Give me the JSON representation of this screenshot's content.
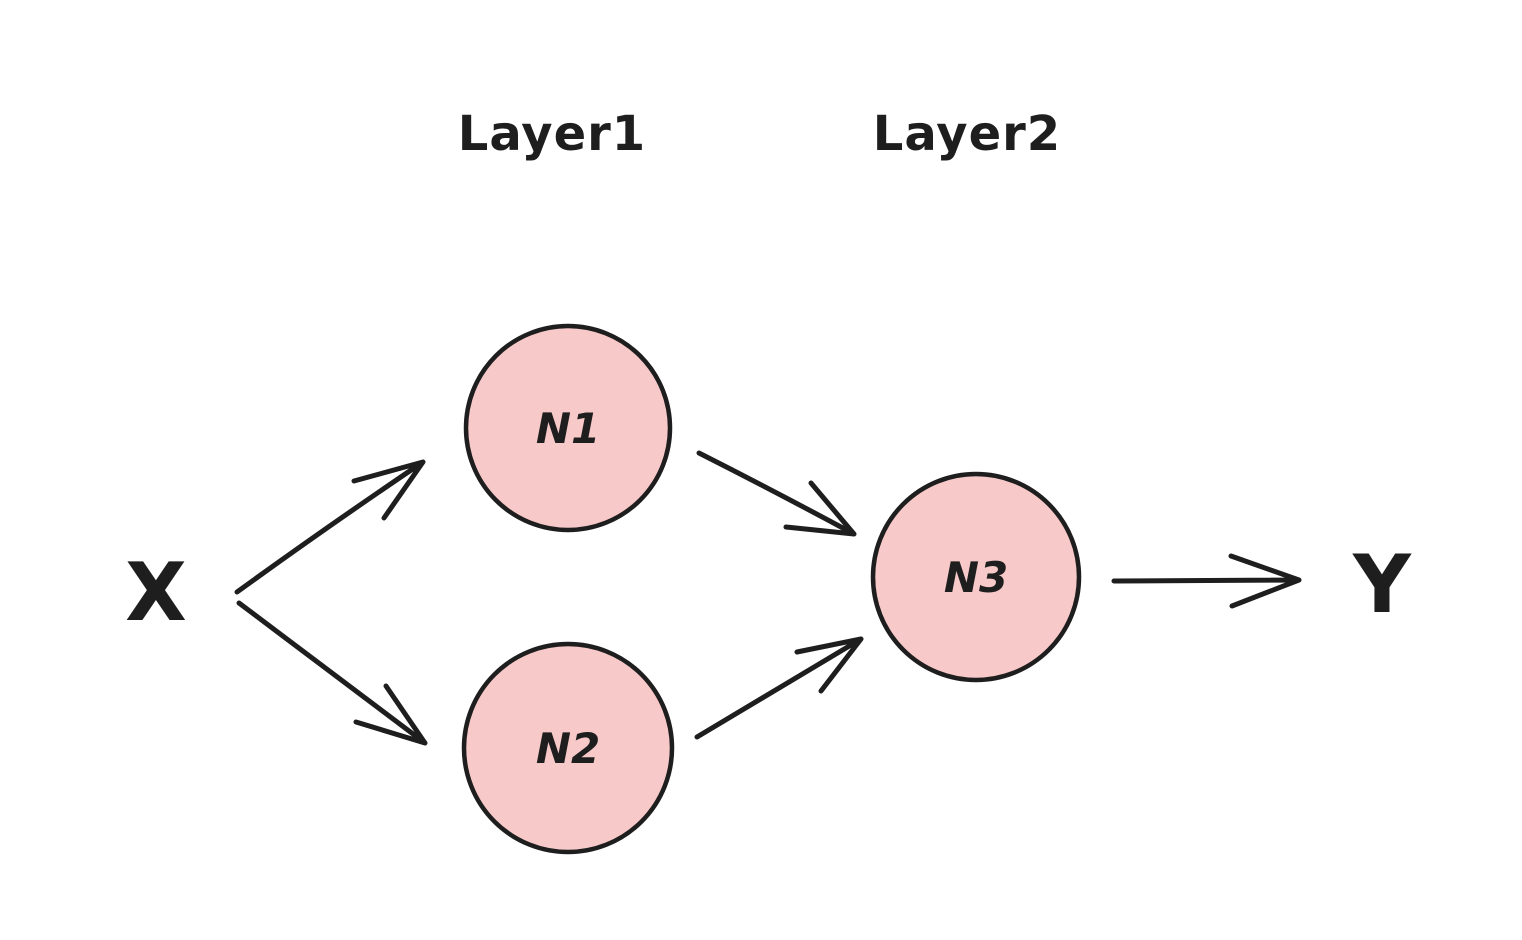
{
  "diagram": {
    "background_color": "#ffffff",
    "colors": {
      "stroke": "#1e1e1e",
      "node_fill": "#f8c9c9"
    },
    "layers": [
      {
        "label": "Layer1",
        "nodes": [
          "N1",
          "N2"
        ]
      },
      {
        "label": "Layer2",
        "nodes": [
          "N3"
        ]
      }
    ],
    "input": {
      "label": "X"
    },
    "output": {
      "label": "Y"
    },
    "nodes": [
      {
        "label": "N1"
      },
      {
        "label": "N2"
      },
      {
        "label": "N3"
      }
    ],
    "edges": [
      {
        "from": "X",
        "to": "N1"
      },
      {
        "from": "X",
        "to": "N2"
      },
      {
        "from": "N1",
        "to": "N3"
      },
      {
        "from": "N2",
        "to": "N3"
      },
      {
        "from": "N3",
        "to": "Y"
      }
    ]
  }
}
